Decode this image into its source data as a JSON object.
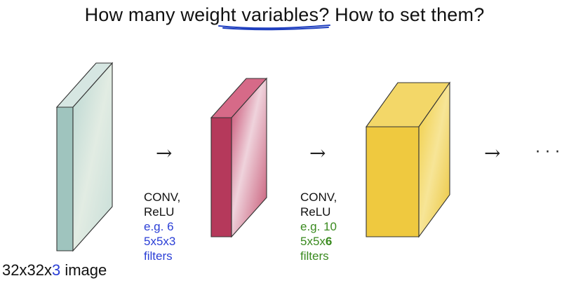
{
  "title": {
    "prefix": "How many ",
    "highlight": "weight variables",
    "suffix": "? How to set them?"
  },
  "input_caption": {
    "dims_prefix": "32x32x",
    "depth": "3",
    "suffix": " image"
  },
  "stages": [
    {
      "op_line1": "CONV,",
      "op_line2": "ReLU",
      "example": "e.g. 6",
      "filter_prefix": "5x5x3",
      "filter_bold": "",
      "filters_word": "filters",
      "color": "#2b3fd6"
    },
    {
      "op_line1": "CONV,",
      "op_line2": "ReLU",
      "example": "e.g. 10",
      "filter_prefix": "5x5x",
      "filter_bold": "6",
      "filters_word": "filters",
      "color": "#3a8a1f"
    }
  ],
  "arrow_symbol": "→",
  "ellipsis": "· · ·",
  "colors": {
    "volume_input": "#c3dbd6",
    "volume_conv1": "#c4506e",
    "volume_conv2": "#edc63c",
    "underline": "#1f3fbf"
  }
}
